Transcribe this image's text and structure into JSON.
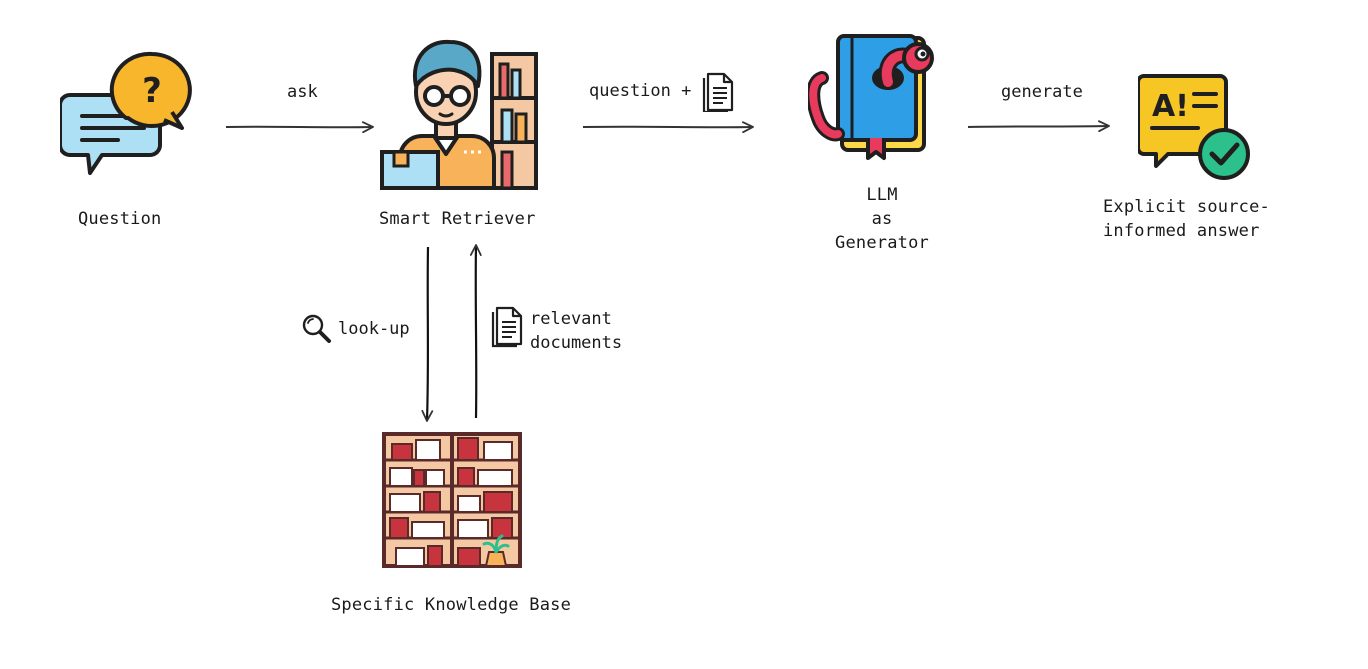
{
  "nodes": {
    "question": {
      "label": "Question"
    },
    "retriever": {
      "label": "Smart Retriever"
    },
    "generator": {
      "line1": "LLM",
      "line2": "as",
      "line3": "Generator"
    },
    "answer": {
      "line1": "Explicit source-",
      "line2": "informed answer"
    },
    "knowledge": {
      "label": "Specific Knowledge Base"
    }
  },
  "edges": {
    "ask": "ask",
    "question_plus": "question +",
    "generate": "generate",
    "lookup": "look-up",
    "relevant_line1": "relevant",
    "relevant_line2": "documents"
  },
  "colors": {
    "outline": "#1f1f1f",
    "bubble_blue": "#aee0f5",
    "bubble_orange": "#f8b62c",
    "hair_blue": "#5aa8c8",
    "shirt_orange": "#f8b25a",
    "book_blue": "#2e9ee6",
    "book_yellow": "#ffd84a",
    "worm_red": "#e83a5c",
    "shelf_tan": "#f4c8a2",
    "shelf_red": "#c7343e",
    "answer_yellow": "#f6c624",
    "check_green": "#2bc08c"
  },
  "icons": {
    "question": "chat-question-icon",
    "retriever": "librarian-icon",
    "generator": "book-worm-icon",
    "answer": "ai-answer-check-icon",
    "knowledge": "bookshelf-icon",
    "document": "document-icon",
    "magnifier": "magnifier-icon"
  }
}
